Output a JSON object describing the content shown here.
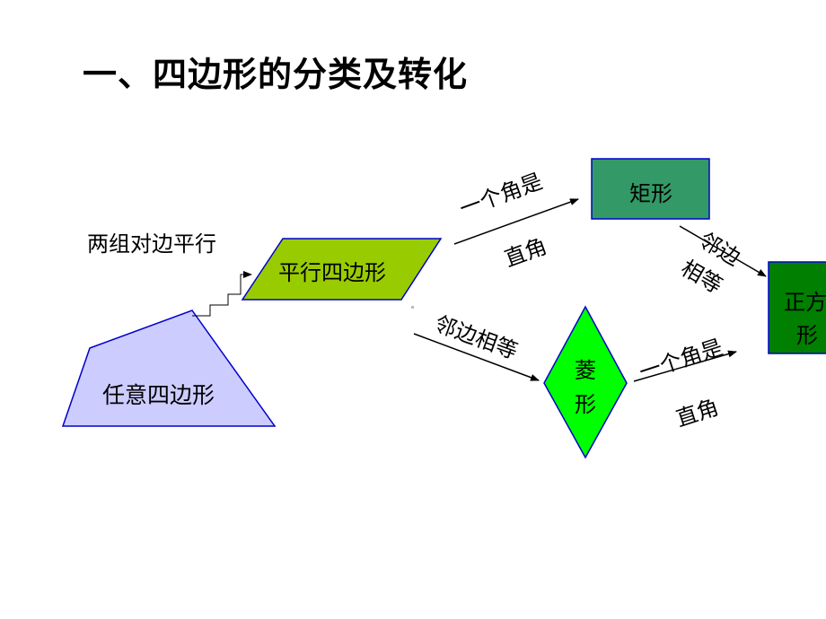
{
  "title": "一、四边形的分类及转化",
  "shapes": {
    "quad": "任意四边形",
    "parallelogram": "平行四边形",
    "rectangle": "矩形",
    "rhombus_line1": "菱",
    "rhombus_line2": "形",
    "square_line1": "正方",
    "square_line2": "形"
  },
  "conditions": {
    "parallel": "两组对边平行",
    "para_to_rect_top": "一个角是",
    "para_to_rect_bottom": "直角",
    "para_to_rhombus": "邻边相等",
    "rect_to_square_line1": "邻边",
    "rect_to_square_line2": "相等",
    "rhombus_to_square_top": "一个角是",
    "rhombus_to_square_bottom": "直角"
  },
  "colors": {
    "quad_fill": "#ccccff",
    "quad_stroke": "#0000cc",
    "parallelogram_fill": "#99cc00",
    "rectangle_fill": "#339966",
    "rhombus_fill": "#00ff00",
    "square_fill": "#007f00",
    "shape_stroke": "#0000cc"
  }
}
